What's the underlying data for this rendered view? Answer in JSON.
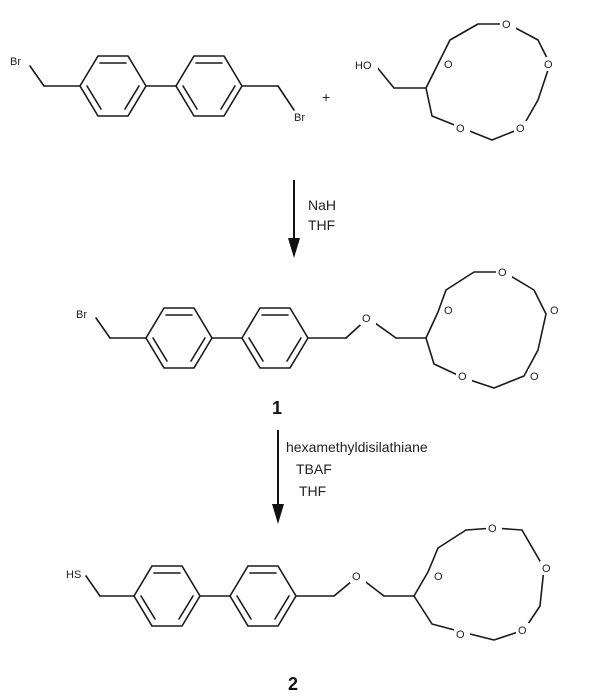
{
  "labels": {
    "br": "Br",
    "ho": "HO",
    "o": "O",
    "hs": "HS",
    "plus": "+"
  },
  "step1": {
    "reagent1": "NaH",
    "reagent2": "THF"
  },
  "step2": {
    "reagent1": "hexamethyldisilathiane",
    "reagent2": "TBAF",
    "reagent3": "THF"
  },
  "compounds": {
    "c1": "1",
    "c2": "2"
  }
}
